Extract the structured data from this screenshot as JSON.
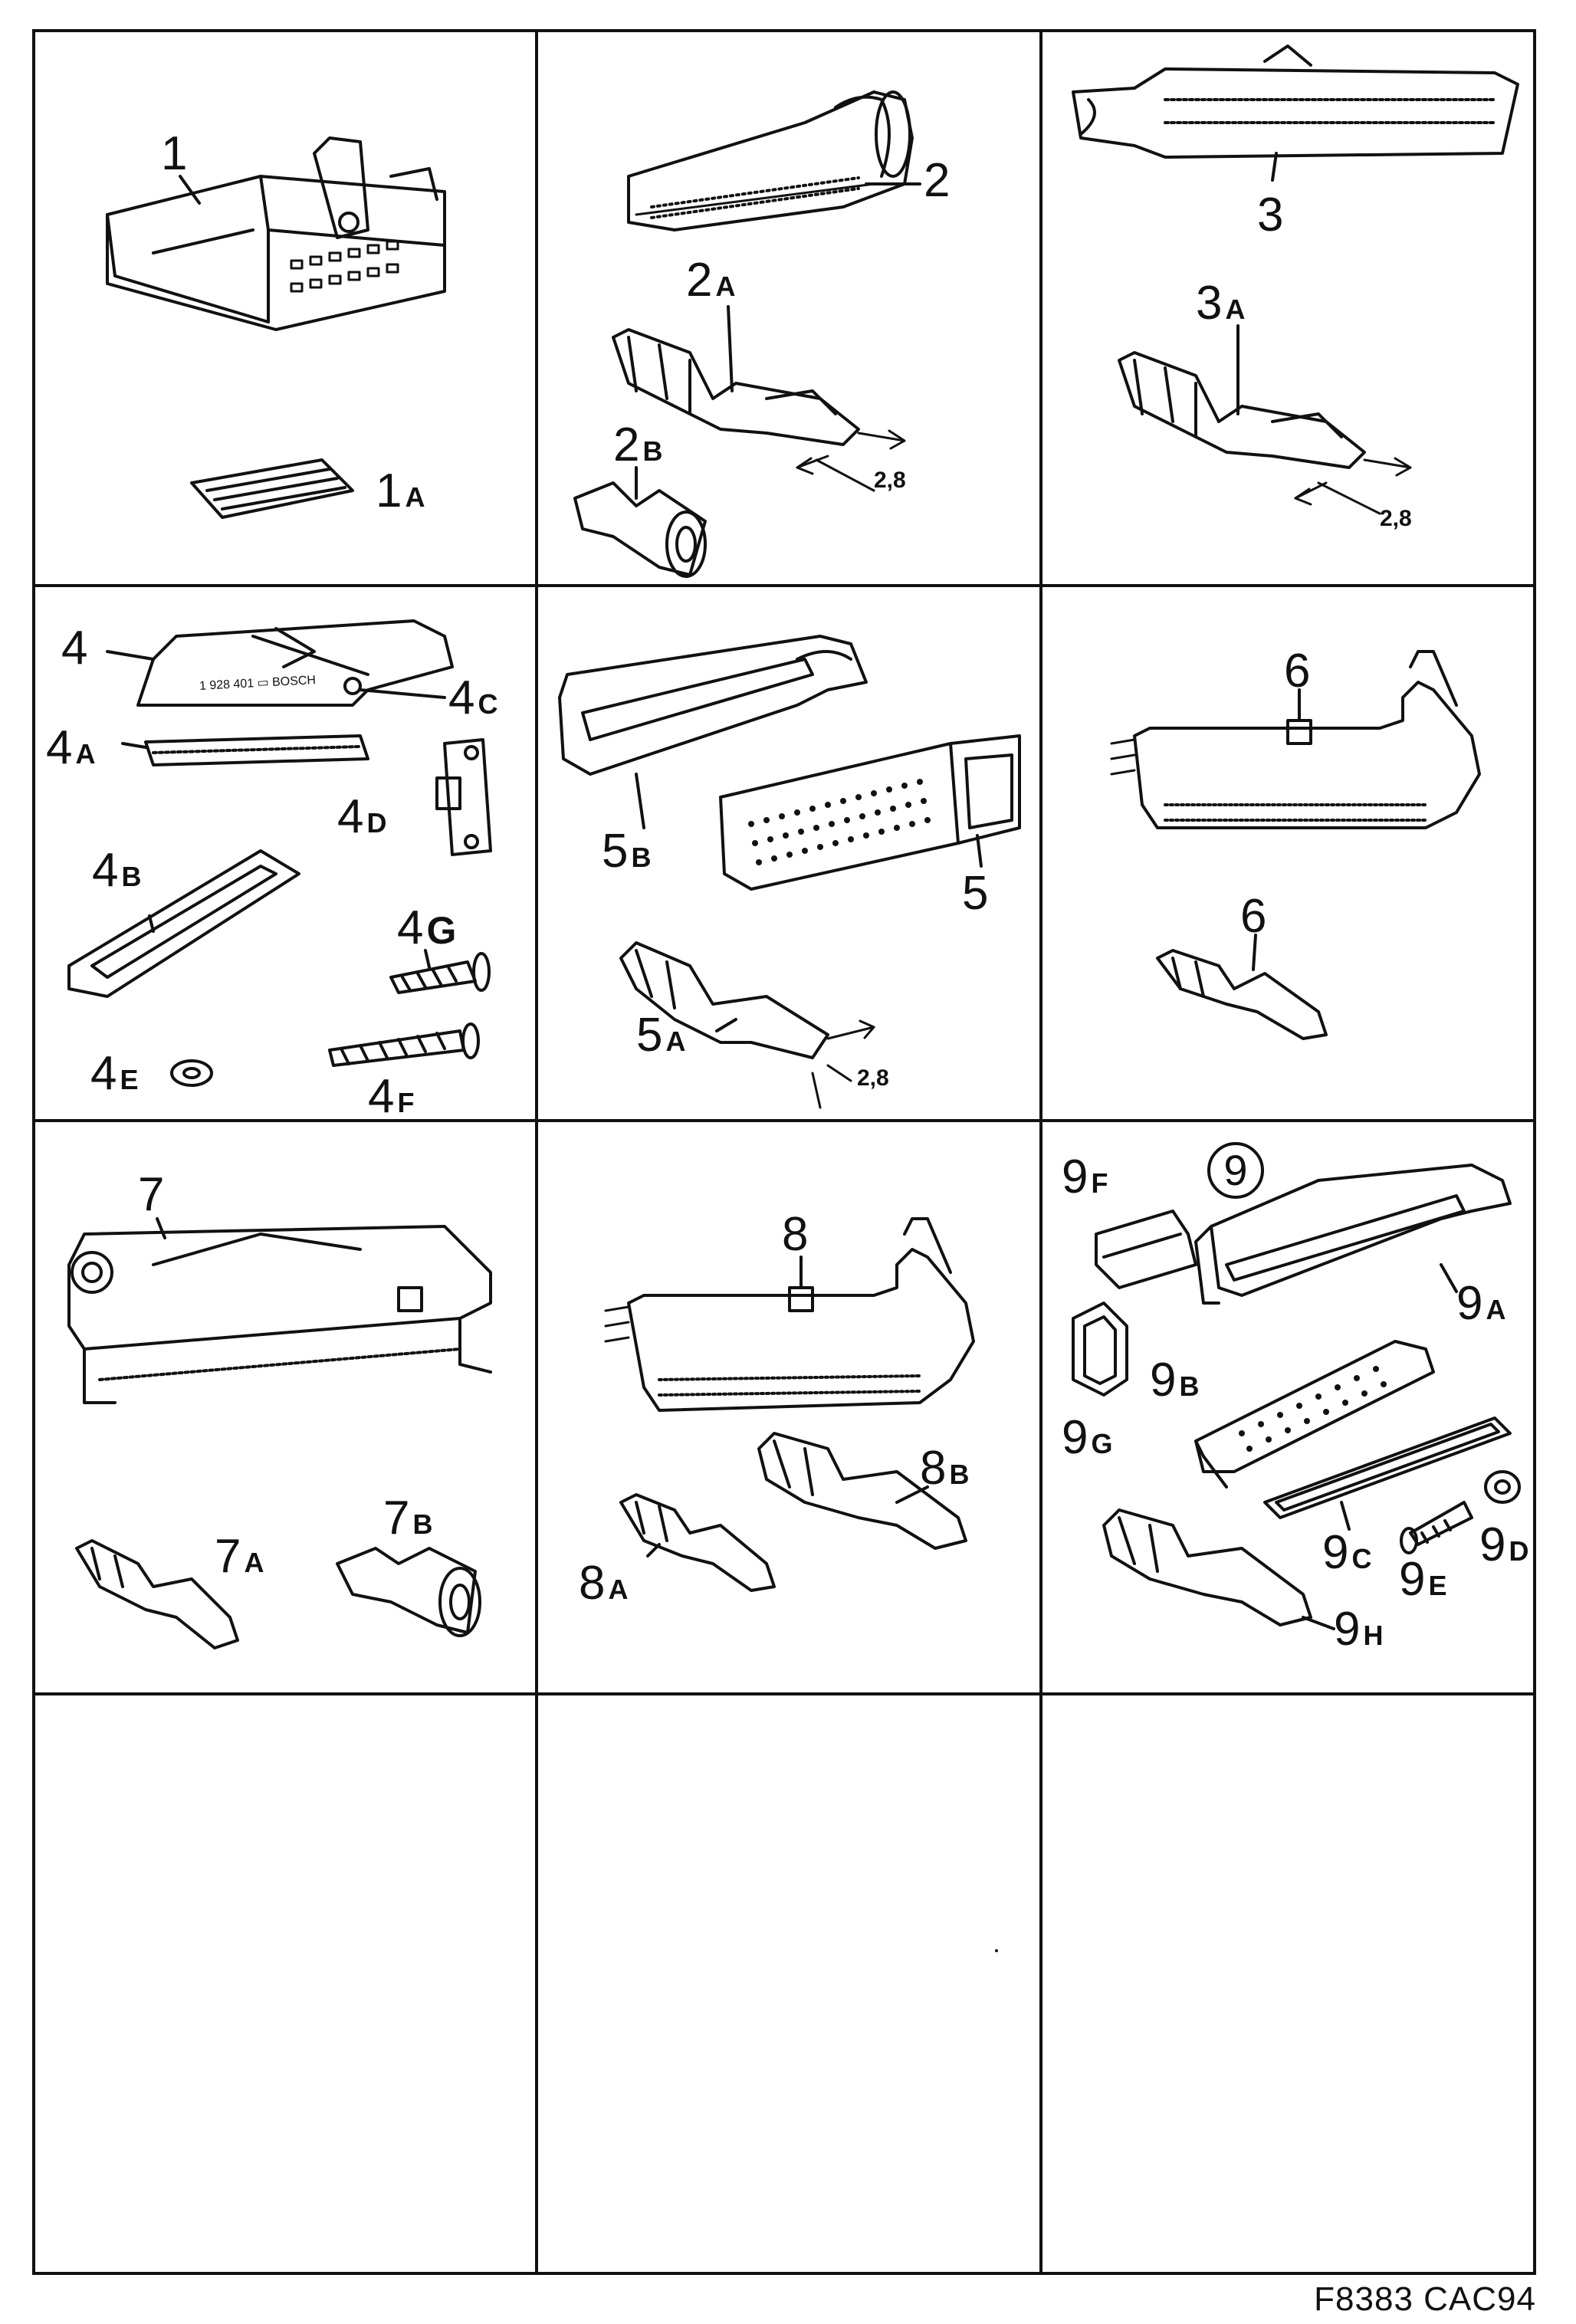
{
  "caption": "F8383 CAC94",
  "labels": {
    "l1": "1",
    "l1a_n": "1",
    "l1a_s": "A",
    "l2": "2",
    "l2a_n": "2",
    "l2a_s": "A",
    "l2b_n": "2",
    "l2b_s": "B",
    "d2": "2,8",
    "l3": "3",
    "l3a_n": "3",
    "l3a_s": "A",
    "d3": "2,8",
    "l4": "4",
    "l4a_n": "4",
    "l4a_s": "A",
    "l4b_n": "4",
    "l4b_s": "B",
    "l4c_n": "4",
    "l4c_s": "C",
    "l4d_n": "4",
    "l4d_s": "D",
    "l4e_n": "4",
    "l4e_s": "E",
    "l4f_n": "4",
    "l4f_s": "F",
    "l4g_n": "4",
    "l4g_s": "G",
    "l5": "5",
    "l5a_n": "5",
    "l5a_s": "A",
    "l5b_n": "5",
    "l5b_s": "B",
    "d5": "2,8",
    "l6": "6",
    "l6b": "6",
    "l7": "7",
    "l7a_n": "7",
    "l7a_s": "A",
    "l7b_n": "7",
    "l7b_s": "B",
    "l8": "8",
    "l8a_n": "8",
    "l8a_s": "A",
    "l8b_n": "8",
    "l8b_s": "B",
    "l9": "9",
    "l9a_n": "9",
    "l9a_s": "A",
    "l9b_n": "9",
    "l9b_s": "B",
    "l9c_n": "9",
    "l9c_s": "C",
    "l9d_n": "9",
    "l9d_s": "D",
    "l9e_n": "9",
    "l9e_s": "E",
    "l9f_n": "9",
    "l9f_s": "F",
    "l9g_n": "9",
    "l9g_s": "G",
    "l9h_n": "9",
    "l9h_s": "H"
  },
  "part_text": {
    "ecu_marking": "1 928 401 ▭ BOSCH"
  }
}
